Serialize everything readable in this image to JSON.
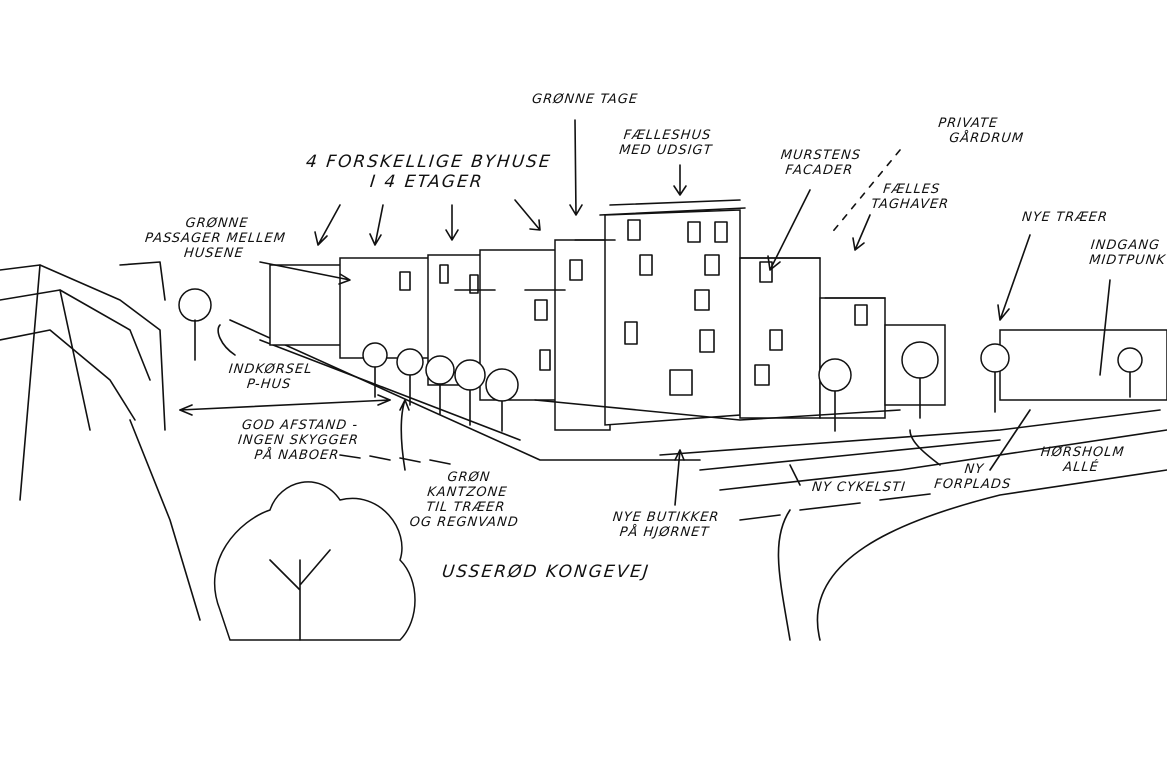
{
  "labels": {
    "groenne_tage": [
      "GRØNNE TAGE"
    ],
    "faelleshus": [
      "FÆLLESHUS",
      "MED UDSIGT"
    ],
    "byhuse": [
      "4 FORSKELLIGE BYHUSE",
      "i 4 ETAGER"
    ],
    "passager": [
      "GRØNNE",
      "PASSAGER MELLEM",
      "HUSENE"
    ],
    "murstens": [
      "MURSTENS",
      "FACADER"
    ],
    "private": [
      "PRIVATE",
      "GÅRDRUM"
    ],
    "taghaver": [
      "FÆLLES",
      "TAGHAVER"
    ],
    "nye_traeer": [
      "NYE TRÆER"
    ],
    "indgang": [
      "INDGANG",
      "MIDTPUNKT"
    ],
    "indkoersel": [
      "INDKØRSEL",
      "P-HUS"
    ],
    "afstand": [
      "GOD AFSTAND -",
      "INGEN SKYGGER",
      "PÅ NABOER"
    ],
    "kantzone": [
      "GRØN",
      "KANTZONE",
      "TIL TRÆER",
      "OG REGNVAND"
    ],
    "butikker": [
      "NYE BUTIKKER",
      "PÅ HJØRNET"
    ],
    "cykelsti": [
      "NY CYKELSTI"
    ],
    "forplads": [
      "NY",
      "FORPLADS"
    ],
    "hoersholm": [
      "HØRSHOLM",
      "ALLÉ"
    ],
    "usseroed": [
      "USSERØD KONGEVEJ"
    ]
  }
}
